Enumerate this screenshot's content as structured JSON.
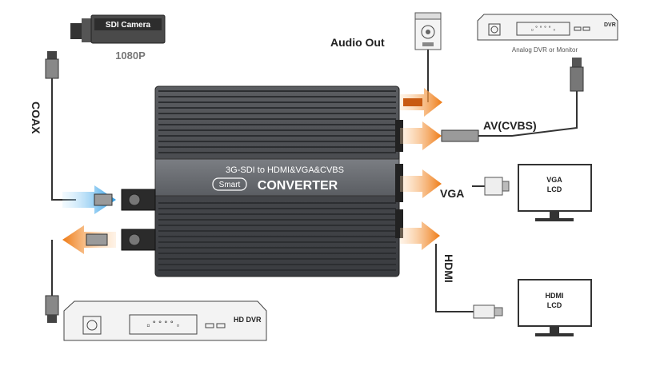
{
  "devices": {
    "sdi_camera": {
      "label": "SDI Camera",
      "resolution": "1080P"
    },
    "audio_out": {
      "label": "Audio Out"
    },
    "analog_dvr": {
      "brand": "DVR",
      "caption": "Analog DVR or Monitor"
    },
    "vga_lcd": {
      "line1": "VGA",
      "line2": "LCD"
    },
    "hdmi_lcd": {
      "line1": "HDMI",
      "line2": "LCD"
    },
    "hd_dvr": {
      "label": "HD DVR"
    }
  },
  "converter": {
    "title": "3G-SDI to HDMI&VGA&CVBS",
    "badge": "Smart",
    "name": "CONVERTER"
  },
  "connections": {
    "coax": "COAX",
    "av": "AV(CVBS)",
    "vga": "VGA",
    "hdmi": "HDMI"
  },
  "colors": {
    "input_arrow": "#3aa6e8",
    "output_arrow": "#f07f1c",
    "chassis": "#4a4c50",
    "label_band": "#6a6d72"
  }
}
